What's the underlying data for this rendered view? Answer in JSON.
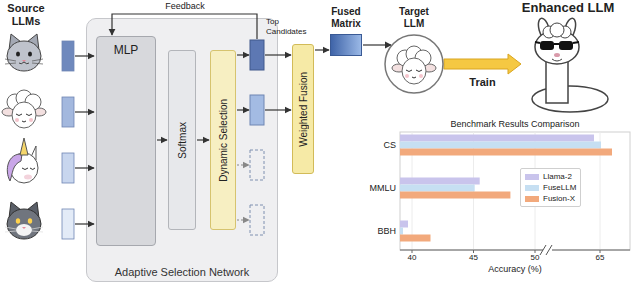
{
  "diagram": {
    "nodes": [
      {
        "text": [
          "Adaptive Selection Network"
        ]
      },
      {
        "text": [
          "MLP"
        ],
        "in": 0
      },
      {
        "text": [
          "Softmax"
        ],
        "in": 0
      },
      {
        "text": [
          "Dynamic Selection"
        ],
        "in": 0
      },
      {
        "text": [
          "Weighted Fusion"
        ]
      },
      {
        "text": [
          "Fused Matrix"
        ]
      },
      {
        "text": [
          "Target LLM"
        ]
      },
      {
        "text": [
          "Enhanced LLM"
        ]
      }
    ],
    "edges": [
      {
        "from": 1,
        "to": 2,
        "arrow": "to"
      },
      {
        "from": 2,
        "to": 3,
        "arrow": "to"
      },
      {
        "from": 4,
        "to": 5,
        "arrow": "to"
      },
      {
        "from": 5,
        "to": 6,
        "arrow": "to"
      },
      {
        "from": 6,
        "to": 7,
        "label": "Train",
        "arrow": "to"
      }
    ],
    "labels": [
      "Source LLMs",
      "Feedback",
      "Top Candidates",
      "Benchmark Results Comparison",
      "CS",
      "MMLU",
      "BBH",
      "40",
      "45",
      "50",
      "65",
      "Accuracy (%)"
    ],
    "legend": [
      {
        "text": "Llama-2",
        "color": "#c9c4ec"
      },
      {
        "text": "FuseLLM",
        "color": "#c6dff2"
      },
      {
        "text": "Fusion-X",
        "color": "#f2a97c"
      }
    ]
  }
}
